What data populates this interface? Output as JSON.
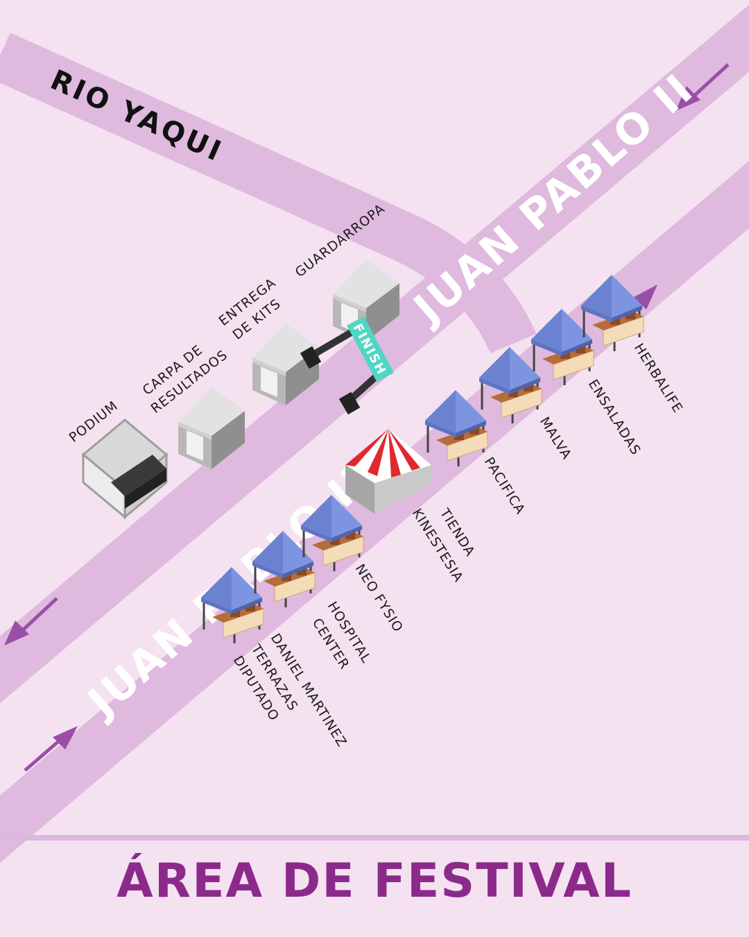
{
  "roads": {
    "rio_yaqui": "RIO YAQUI",
    "juan_pablo_upper": "JUAN PABLO II",
    "juan_pablo_lower": "JUAN PABLO II"
  },
  "finish_banner": "FINISH",
  "tent_labels": {
    "podium": "PODIUM",
    "carpa_line1": "CARPA DE",
    "carpa_line2": "RESULTADOS",
    "entrega_line1": "ENTREGA",
    "entrega_line2": "DE KITS",
    "guardarropa": "GUARDARROPA"
  },
  "stands": {
    "daniel_line1": "DANIEL MARTINEZ",
    "daniel_line2": "TERRAZAS",
    "daniel_line3": "DIPUTADO",
    "hospital_line1": "HOSPITAL",
    "hospital_line2": "CENTER",
    "neo_fysio": "NEO FYSIO",
    "tienda_line1": "TIENDA",
    "tienda_line2": "KINESTESIA",
    "pacifica": "PACIFICA",
    "malva": "MALVA",
    "ensaladas": "ENSALADAS",
    "herbalife": "HERBALIFE"
  },
  "footer_title": "ÁREA DE FESTIVAL",
  "colors": {
    "background": "#f4e2f0",
    "road": "#dfb9de",
    "arrow": "#9a4fa6",
    "title": "#8c2a8c",
    "canopy": "#6e86d4",
    "finish": "#4fd6c4"
  }
}
